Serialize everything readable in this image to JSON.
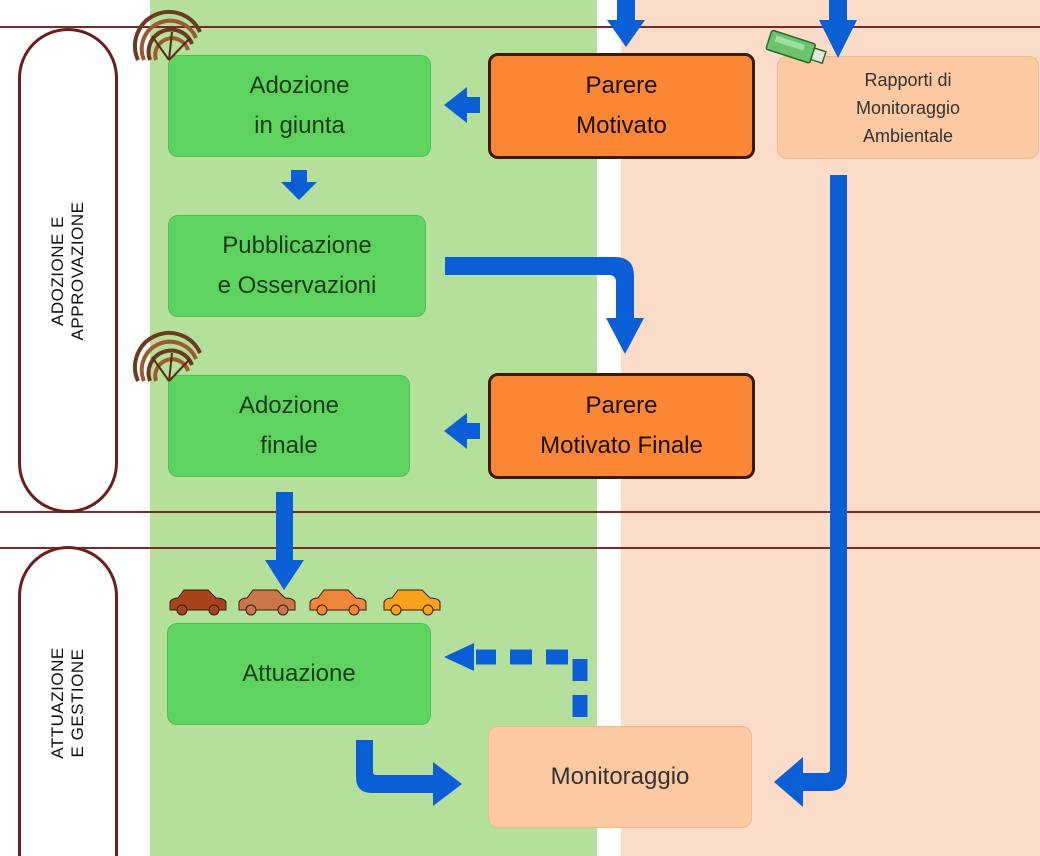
{
  "phases": {
    "adozione": "ADOZIONE E\nAPPROVAZIONE",
    "attuazione": "ATTUAZIONE\nE GESTIONE"
  },
  "boxes": {
    "adozione_giunta": "Adozione\nin giunta",
    "parere_motivato": "Parere\nMotivato",
    "rapporti": "Rapporti di\nMonitoraggio\nAmbientale",
    "pubblicazione": "Pubblicazione\ne Osservazioni",
    "adozione_finale": "Adozione\nfinale",
    "parere_finale": "Parere\nMotivato Finale",
    "attuazione": "Attuazione",
    "monitoraggio": "Monitoraggio"
  },
  "colors": {
    "arrow": "#0a5ed6",
    "green_band": "#b5e09b",
    "peach_band": "#fbdcc9",
    "green_box": "#5ed35e",
    "orange_box": "#fb8735",
    "peach_box": "#fdc9a3",
    "phase_border": "#6b1e1e"
  },
  "icons": [
    "assembly-seats-icon",
    "usb-drive-icon",
    "car-icon"
  ]
}
